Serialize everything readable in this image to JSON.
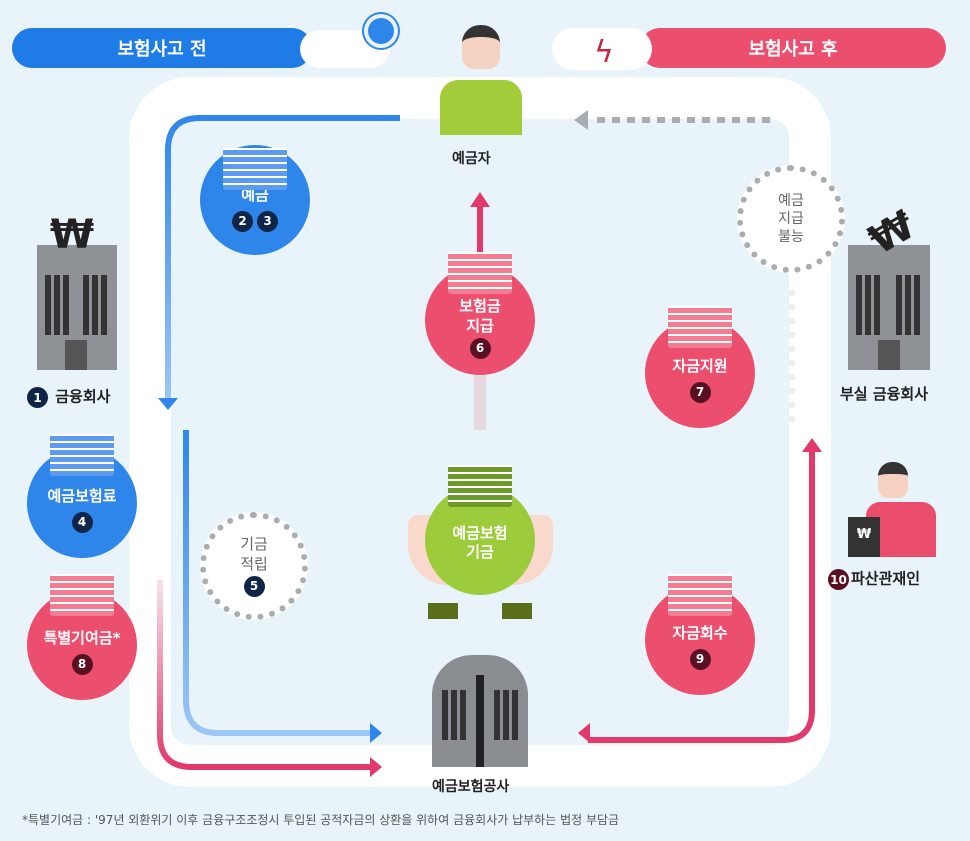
{
  "banners": {
    "before": "보험사고 전",
    "after": "보험사고 후"
  },
  "depositor": "예금자",
  "nodes": {
    "financial_company": {
      "num": "1",
      "label": "금융회사"
    },
    "deposit": {
      "label": "예금",
      "nums": [
        "2",
        "3"
      ]
    },
    "premium": {
      "label": "예금보험료",
      "num": "4"
    },
    "fund_accumulation": {
      "line1": "기금",
      "line2": "적립",
      "num": "5"
    },
    "insurance_payment": {
      "line1": "보험금",
      "line2": "지급",
      "num": "6"
    },
    "fund_support": {
      "label": "자금지원",
      "num": "7"
    },
    "special_contribution": {
      "label": "특별기여금*",
      "num": "8"
    },
    "fund_recovery": {
      "label": "자금회수",
      "num": "9"
    },
    "trustee": {
      "num": "10",
      "label": "파산관재인"
    },
    "insolvent": {
      "label": "부실 금융회사"
    },
    "payment_unable": {
      "line1": "예금",
      "line2": "지급",
      "line3": "불능"
    },
    "fund": {
      "line1": "예금보험",
      "line2": "기금"
    },
    "kdic": {
      "label": "예금보험공사"
    }
  },
  "won_sign": "₩",
  "footnote": "*특별기여금 : '97년 외환위기 이후 금융구조조정시 투입된 공적자금의 상환을 위하여 금융회사가 납부하는 법정 부담금",
  "colors": {
    "blue": "#2f86ea",
    "pink": "#ec4f6d",
    "green": "#9ccc3c",
    "background": "#e9f4fa"
  }
}
